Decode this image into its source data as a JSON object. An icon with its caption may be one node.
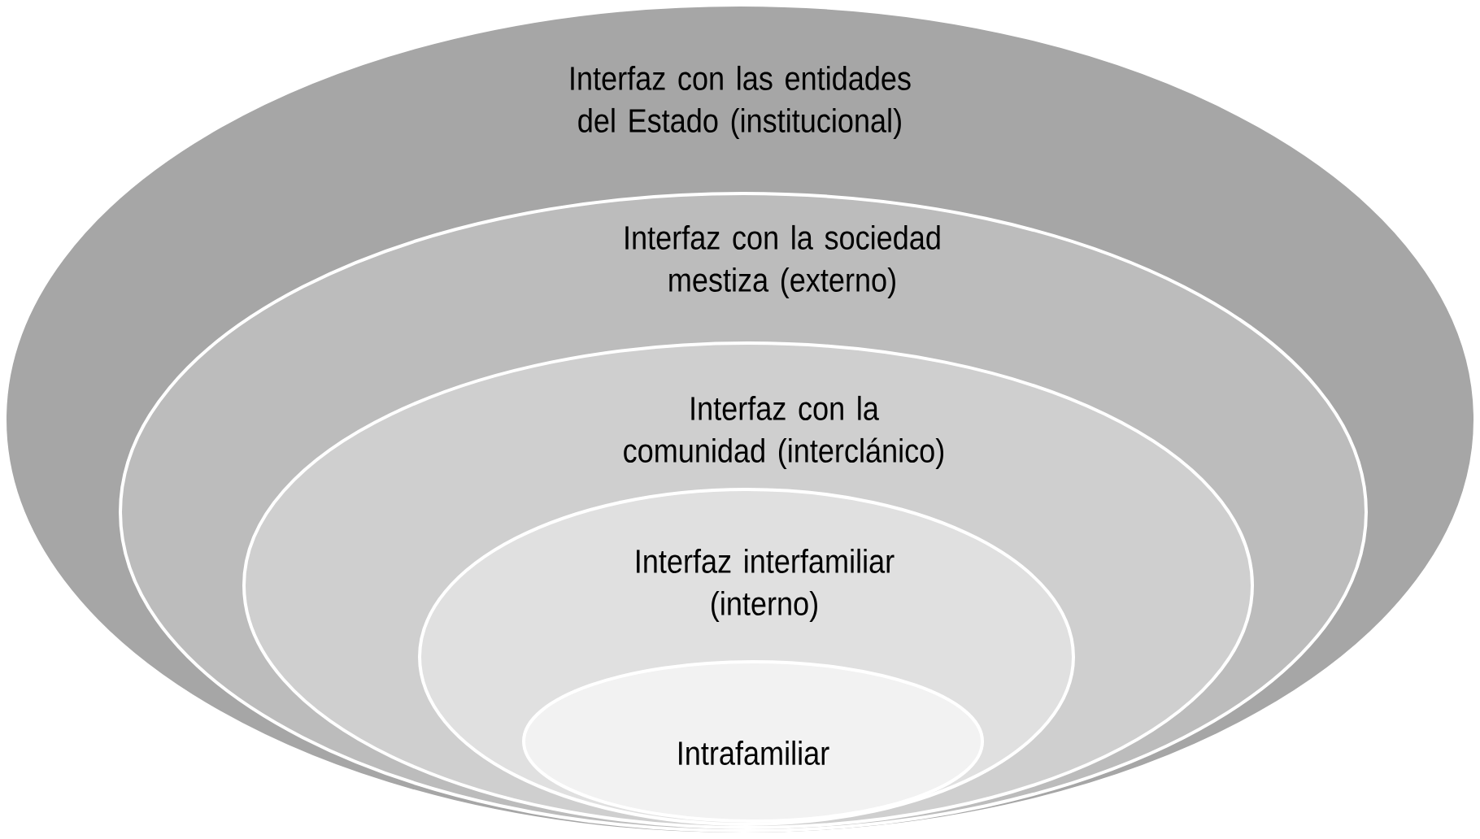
{
  "diagram": {
    "nodes": [
      {
        "text": [
          "Interfaz con las entidades del Estado (institucional)"
        ]
      },
      {
        "text": [
          "Interfaz con la sociedad mestiza (externo)"
        ],
        "in": 0
      },
      {
        "text": [
          "Interfaz con la comunidad (interclánico)"
        ],
        "in": 1
      },
      {
        "text": [
          "Interfaz interfamiliar (interno)"
        ],
        "in": 2
      },
      {
        "text": [
          "Intrafamiliar"
        ],
        "in": 3
      }
    ]
  }
}
